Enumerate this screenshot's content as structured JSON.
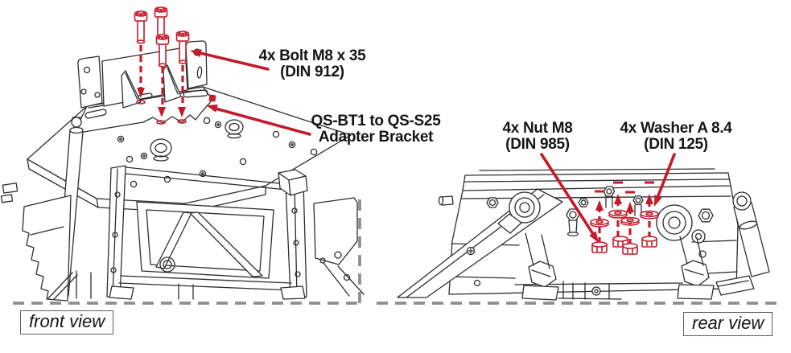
{
  "figure": {
    "kind": "hardware assembly instruction diagram",
    "callouts": {
      "bolt": {
        "line1": "4x Bolt M8 x 35",
        "line2": "(DIN 912)"
      },
      "bracket": {
        "line1": "QS-BT1 to QS-S25",
        "line2": "Adapter Bracket"
      },
      "nut": {
        "line1": "4x Nut M8",
        "line2": "(DIN 985)"
      },
      "washer": {
        "line1": "4x Washer A 8.4",
        "line2": "(DIN 125)"
      }
    },
    "views": {
      "front": {
        "caption": "front view"
      },
      "rear": {
        "caption": "rear view"
      }
    },
    "colors": {
      "annotation_red": "#c41a2a",
      "line_art": "#2e2e2e",
      "ground_dash_gray": "#8f8f8f",
      "text": "#151515",
      "background": "#ffffff"
    }
  }
}
